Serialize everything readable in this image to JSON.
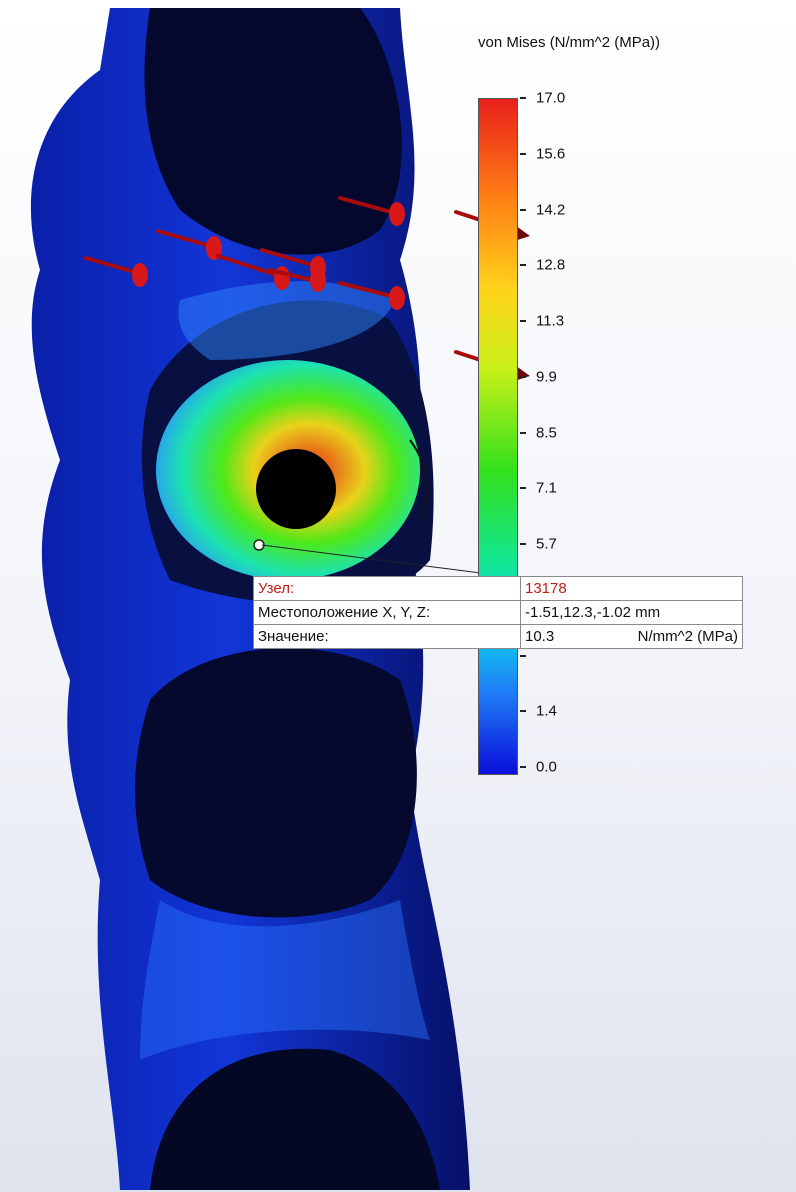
{
  "legend": {
    "title": "von Mises (N/mm^2 (MPa))",
    "ticks": [
      "17.0",
      "15.6",
      "14.2",
      "12.8",
      "11.3",
      "9.9",
      "8.5",
      "7.1",
      "5.7",
      "",
      "",
      "1.4",
      "0.0"
    ],
    "max_value": 17.0,
    "min_value": 0.0
  },
  "probe": {
    "rows": [
      {
        "label": "Узел:",
        "value": "13178",
        "unit": ""
      },
      {
        "label": "Местоположение X, Y, Z:",
        "value": "-1.51,12.3,-1.02 mm",
        "unit": ""
      },
      {
        "label": "Значение:",
        "value": "10.3",
        "unit": "N/mm^2 (MPa)"
      }
    ]
  },
  "colors": {
    "max_stress": "#e8201c",
    "min_stress": "#0a0fd9",
    "load_arrow": "#d81818"
  }
}
